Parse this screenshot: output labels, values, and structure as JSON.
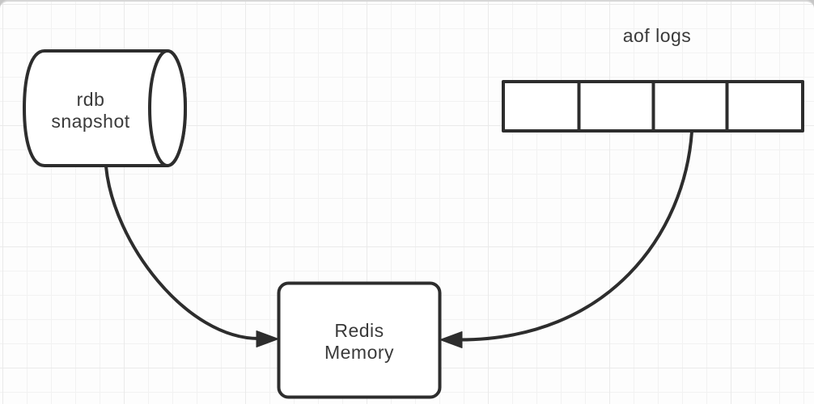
{
  "diagram": {
    "nodes": {
      "rdb_snapshot": {
        "shape": "horizontal-cylinder",
        "line1": "rdb",
        "line2": "snapshot"
      },
      "aof_logs": {
        "shape": "segmented-rectangle",
        "label": "aof logs",
        "cells": 4
      },
      "redis_memory": {
        "shape": "rounded-rectangle",
        "line1": "Redis",
        "line2": "Memory"
      }
    },
    "edges": [
      {
        "from": "rdb_snapshot",
        "to": "redis_memory",
        "style": "curved-solid-arrow"
      },
      {
        "from": "aof_logs",
        "to": "redis_memory",
        "style": "curved-solid-arrow"
      }
    ],
    "colors": {
      "stroke": "#2d2d2d",
      "text": "#3a3a3a",
      "background": "#fdfdfd",
      "grid_line_minor": "#f2f2f2",
      "grid_line_major": "#eaeaea"
    }
  }
}
